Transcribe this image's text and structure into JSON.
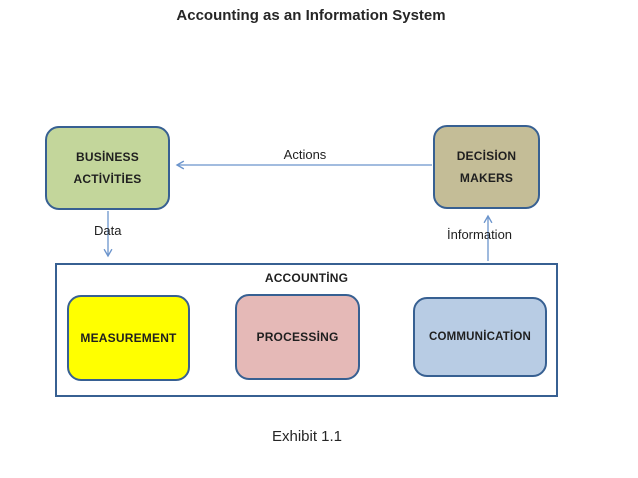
{
  "title": "Accounting as an Information System",
  "caption": "Exhibit 1.1",
  "flow_labels": {
    "actions": "Actions",
    "data": "Data",
    "information": "İnformation"
  },
  "container": {
    "label": "ACCOUNTİNG"
  },
  "boxes": {
    "business_activities": {
      "label": "BUSİNESS ACTİVİTİES",
      "fill": "#c3d69b"
    },
    "decision_makers": {
      "label": "DECİSİON MAKERS",
      "fill": "#c4bd97"
    },
    "measurement": {
      "label": "MEASUREMENT",
      "fill": "#ffff00"
    },
    "processing": {
      "label": "PROCESSİNG",
      "fill": "#e5b9b7"
    },
    "communication": {
      "label": "COMMUNİCATİON",
      "fill": "#b8cce4"
    }
  },
  "colors": {
    "box_border": "#376092",
    "container_border": "#376092",
    "arrow": "#6b94cc",
    "text": "#1f1f1f"
  }
}
